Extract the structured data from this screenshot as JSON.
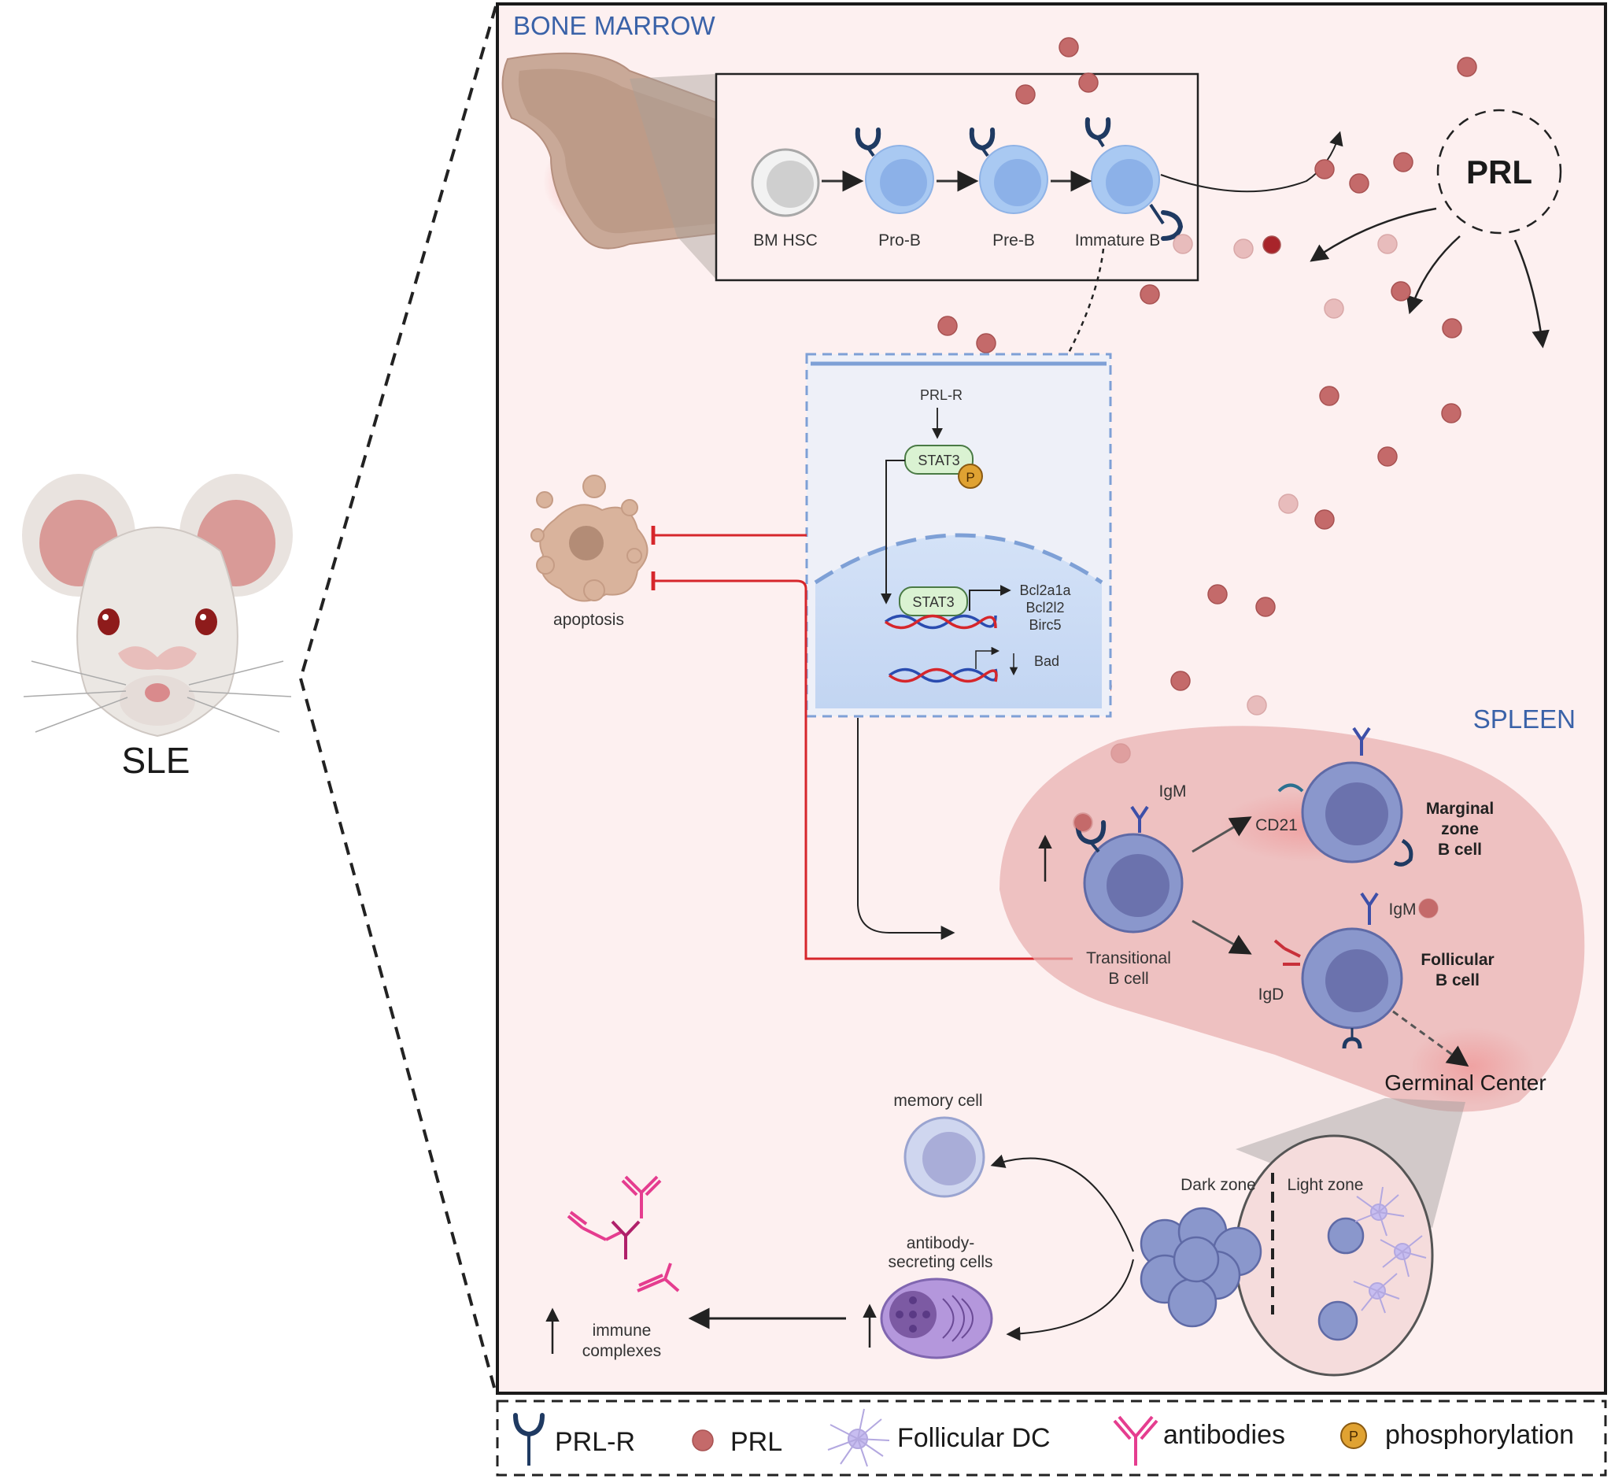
{
  "subject": {
    "label": "SLE"
  },
  "regions": {
    "bone_marrow": "BONE MARROW",
    "spleen": "SPLEEN"
  },
  "bm_stages": {
    "hsc": "BM HSC",
    "pro_b": "Pro-B",
    "pre_b": "Pre-B",
    "immature_b": "Immature B"
  },
  "prl_cloud": {
    "label": "PRL"
  },
  "signaling": {
    "receptor": "PRL-R",
    "stat3_cytoplasm": "STAT3",
    "phospho": "P",
    "stat3_nucleus": "STAT3",
    "genes_up": [
      "Bcl2a1a",
      "Bcl2l2",
      "Birc5"
    ],
    "gene_down": "Bad"
  },
  "apoptosis": {
    "label": "apoptosis"
  },
  "spleen_cells": {
    "igm_top": "IgM",
    "cd21": "CD21",
    "marginal": [
      "Marginal",
      "zone",
      "B cell"
    ],
    "transitional": [
      "Transitional",
      "B cell"
    ],
    "igm_follicular": "IgM",
    "igd": "IgD",
    "follicular": [
      "Follicular",
      "B cell"
    ],
    "germinal_center": "Germinal Center"
  },
  "gc_zones": {
    "dark": "Dark zone",
    "light": "Light zone"
  },
  "outcomes": {
    "memory": "memory cell",
    "asc": [
      "antibody-",
      "secreting cells"
    ],
    "immune": [
      "immune",
      "complexes"
    ]
  },
  "legend": {
    "items": [
      {
        "icon": "prl-receptor-icon",
        "label": "PRL-R"
      },
      {
        "icon": "prl-molecule-icon",
        "label": "PRL"
      },
      {
        "icon": "follicular-dc-icon",
        "label": "Follicular DC"
      },
      {
        "icon": "antibody-icon",
        "label": "antibodies"
      },
      {
        "icon": "phosphorylation-icon",
        "label": "phosphorylation"
      }
    ]
  },
  "colors": {
    "region_label": "#3a62a8",
    "b_cell_fill": "#8a97cc",
    "b_cell_nucleus": "#6b72ad",
    "immature_cell": "#9ec1ec",
    "prl_dot": "#c46a6a",
    "inhibition": "#d6262b",
    "antibody": "#e53d8f",
    "panel_bg": "#fdf0f0",
    "spleen": "#e8b1b1"
  }
}
